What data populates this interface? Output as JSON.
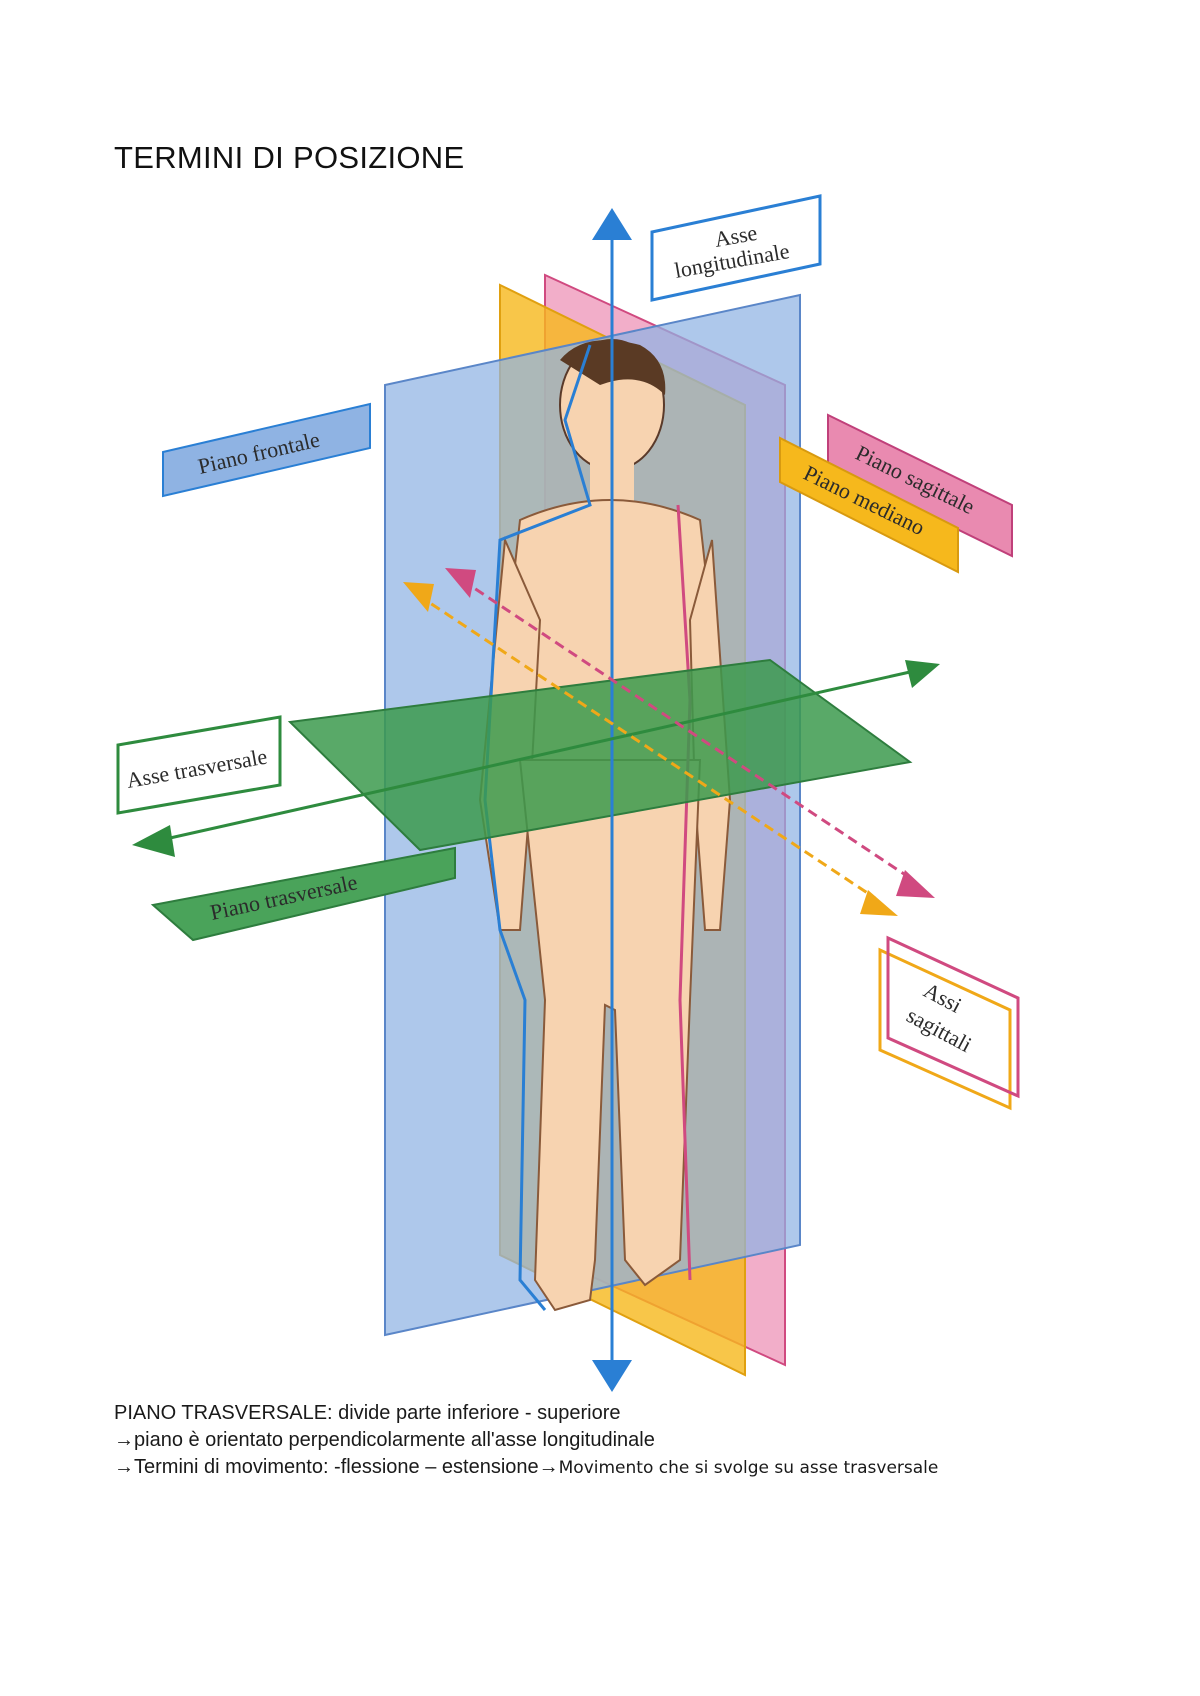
{
  "document": {
    "title": "TERMINI DI POSIZIONE"
  },
  "figure": {
    "labels": {
      "asse_longitudinale_1": "Asse",
      "asse_longitudinale_2": "longitudinale",
      "piano_frontale": "Piano frontale",
      "piano_sagittale": "Piano sagittale",
      "piano_mediano": "Piano mediano",
      "asse_trasversale": "Asse trasversale",
      "piano_trasversale": "Piano trasversale",
      "assi_sagittali_1": "Assi",
      "assi_sagittali_2": "sagittali"
    },
    "colors": {
      "frontal": "#8fb3e3",
      "sagittal": "#e76b9c",
      "median": "#f6b81c",
      "transverse": "#4aa35a",
      "axis_blue": "#2a7fd4",
      "skin": "#f7d3b0"
    }
  },
  "notes": {
    "line1": "PIANO TRASVERSALE: divide parte inferiore - superiore",
    "line2_arrow": "→",
    "line2": "piano è orientato perpendicolarmente all'asse longitudinale",
    "line3_arrow": "→",
    "line3_a": "Termini di movimento: -flessione – estensione",
    "line3_arrow2": "→",
    "line3_b": "Movimento che si svolge su asse trasversale"
  }
}
